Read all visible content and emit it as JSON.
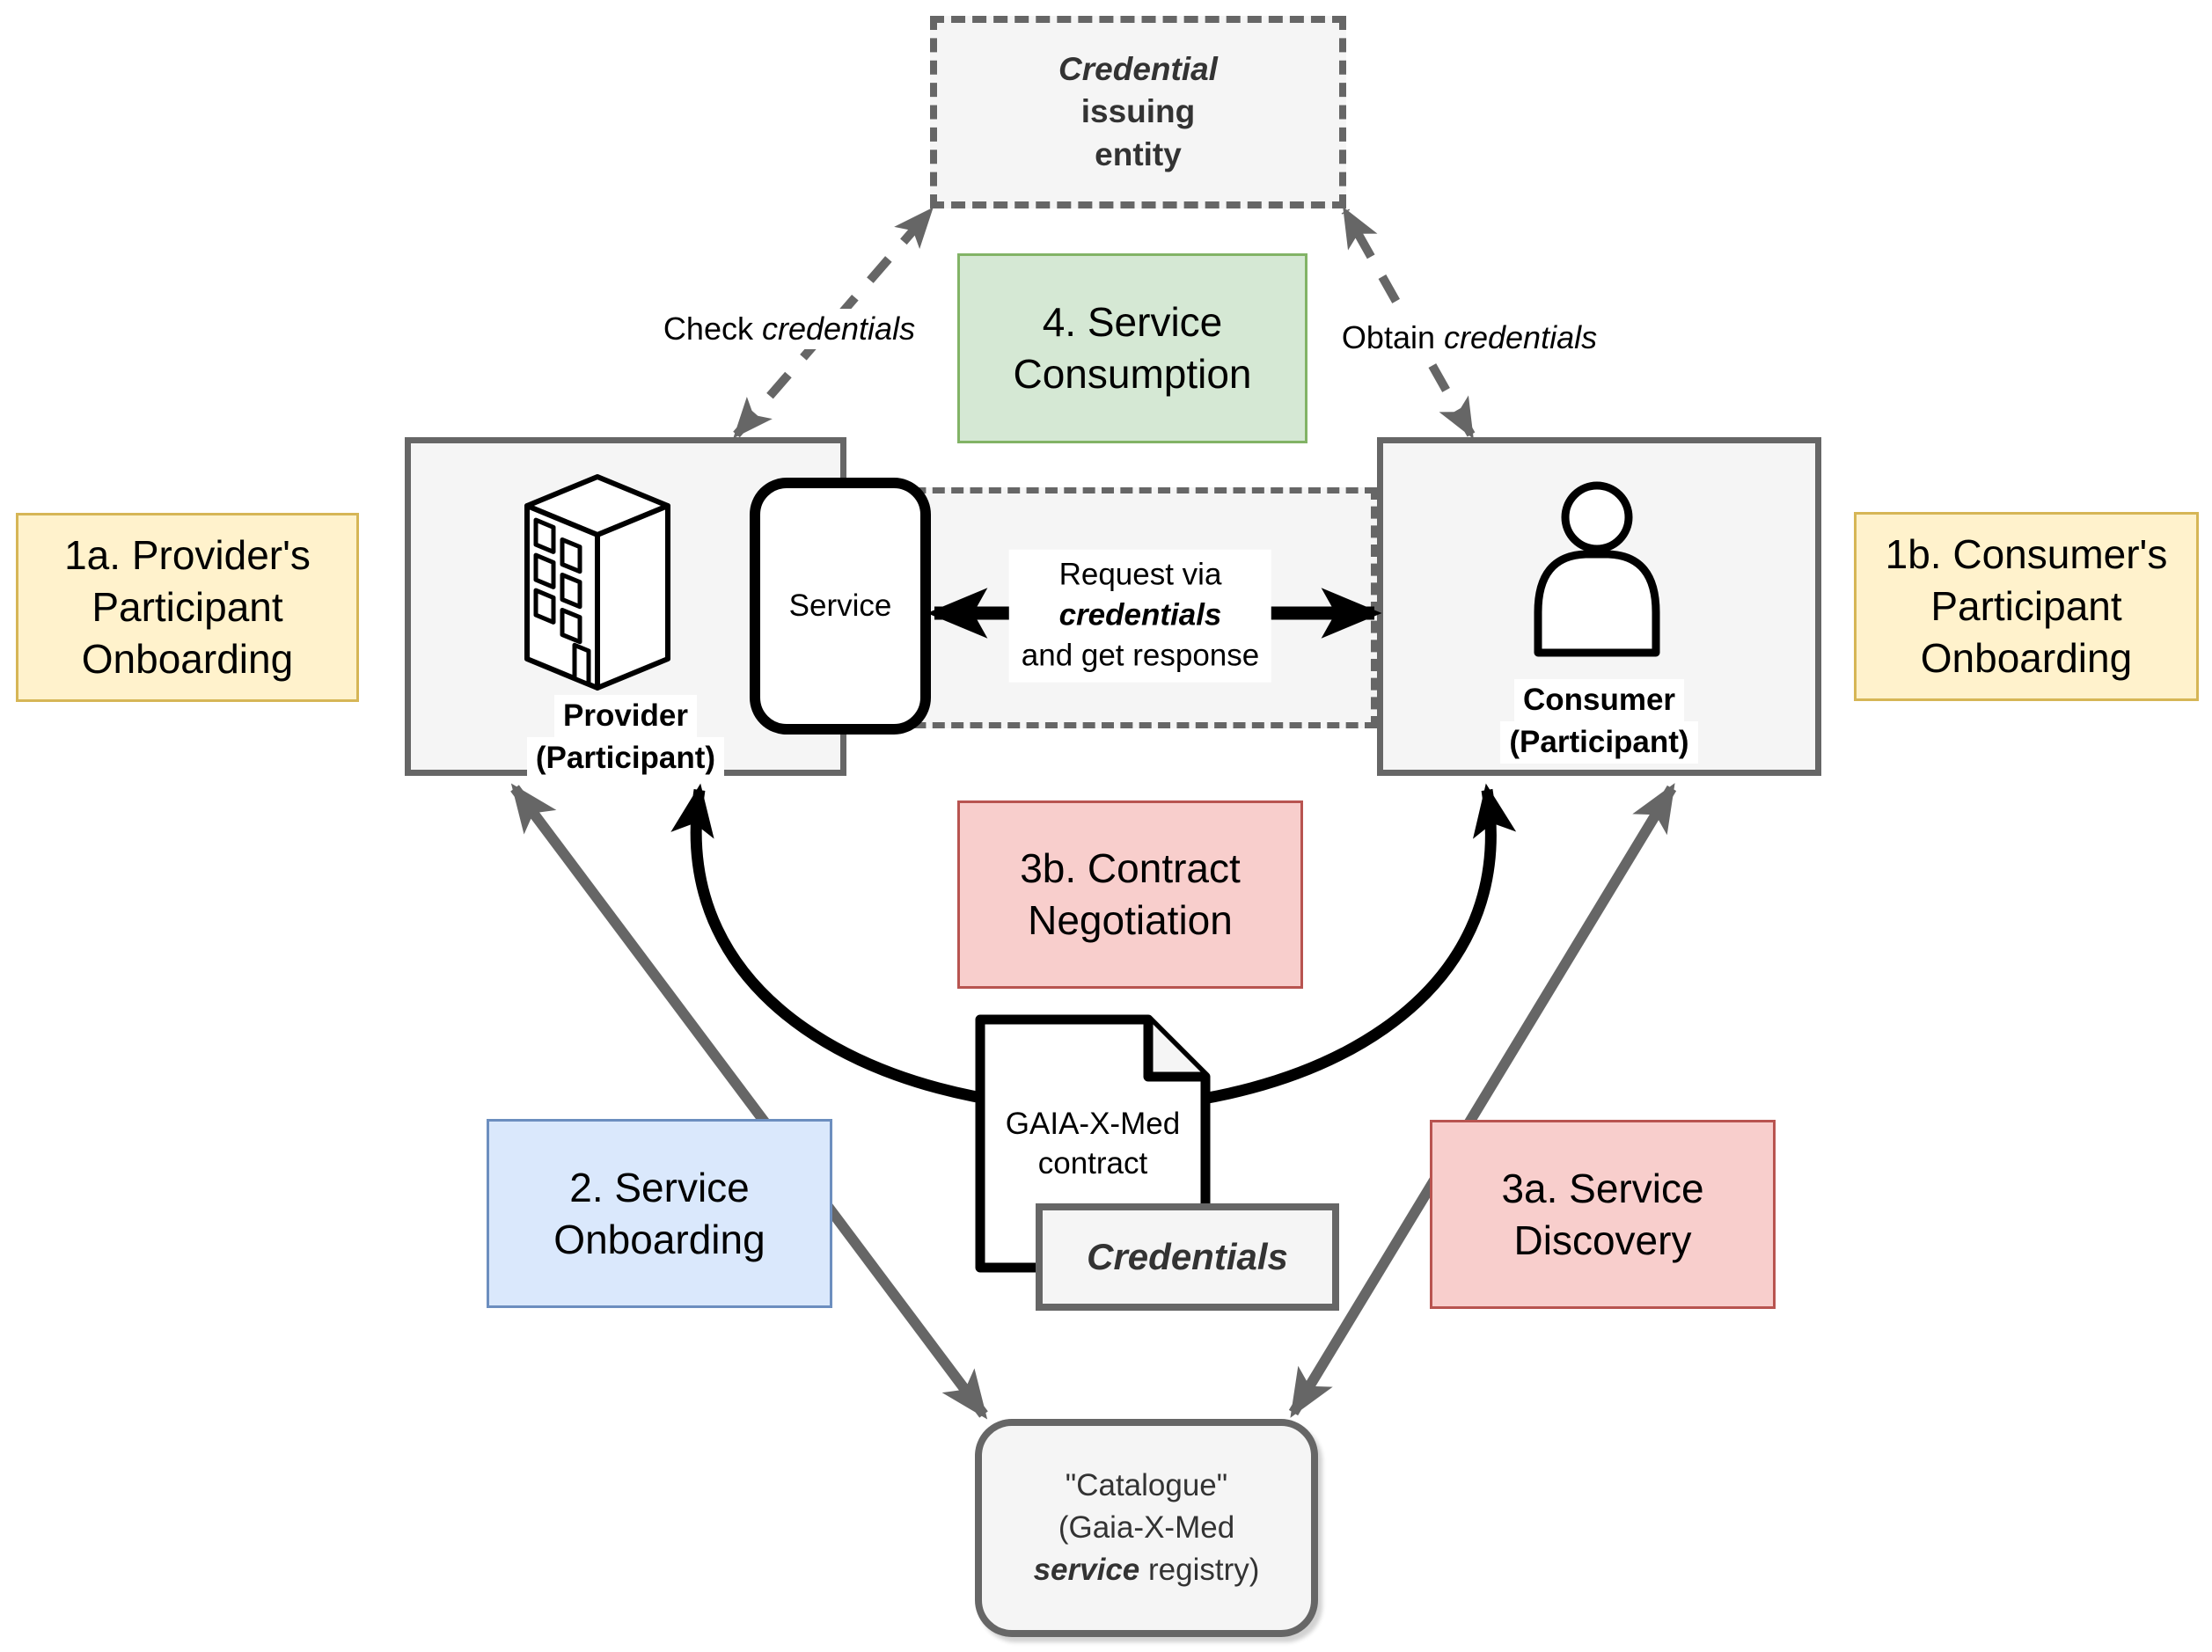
{
  "palette": {
    "neutral_fill": "#f5f5f5",
    "neutral_stroke": "#666666",
    "green_fill": "#d5e8d4",
    "green_stroke": "#82b366",
    "yellow_fill": "#fff2cc",
    "yellow_stroke": "#d6b656",
    "red_fill": "#f8cecc",
    "red_stroke": "#b85450",
    "blue_fill": "#dae8fc",
    "blue_stroke": "#6c8ebf",
    "arrow_black": "#000000",
    "arrow_gray": "#666666",
    "dark_text": "#333333"
  },
  "nodes": {
    "credential_entity": {
      "line1": "Credential",
      "line2": "issuing",
      "line3": "entity"
    },
    "provider": {
      "title": "Provider",
      "subtitle": "(Participant)"
    },
    "service": {
      "label": "Service"
    },
    "consumer": {
      "title": "Consumer",
      "subtitle": "(Participant)"
    },
    "contract_doc": {
      "label": "GAIA-X-Med\ncontract"
    },
    "credentials_box": {
      "label": "Credentials"
    },
    "catalogue": {
      "line1": "\"Catalogue\"",
      "line2": "(Gaia-X-Med",
      "line3_emphasis": "service",
      "line3_rest": " registry)"
    }
  },
  "steps": {
    "provider_onboarding": {
      "label": "1a. Provider's\nParticipant\nOnboarding"
    },
    "consumer_onboarding": {
      "label": "1b. Consumer's\nParticipant\nOnboarding"
    },
    "service_onboarding": {
      "label": "2. Service\nOnboarding"
    },
    "service_discovery": {
      "label": "3a. Service\nDiscovery"
    },
    "contract_negotiation": {
      "label": "3b. Contract\nNegotiation"
    },
    "service_consumption": {
      "label": "4. Service\nConsumption"
    }
  },
  "edge_labels": {
    "check_credentials": {
      "prefix": "Check ",
      "emphasis": "credentials"
    },
    "obtain_credentials": {
      "prefix": "Obtain ",
      "emphasis": "credentials"
    },
    "request": {
      "line1": "Request via",
      "line2_emphasis": "credentials",
      "line3": "and get response"
    }
  }
}
